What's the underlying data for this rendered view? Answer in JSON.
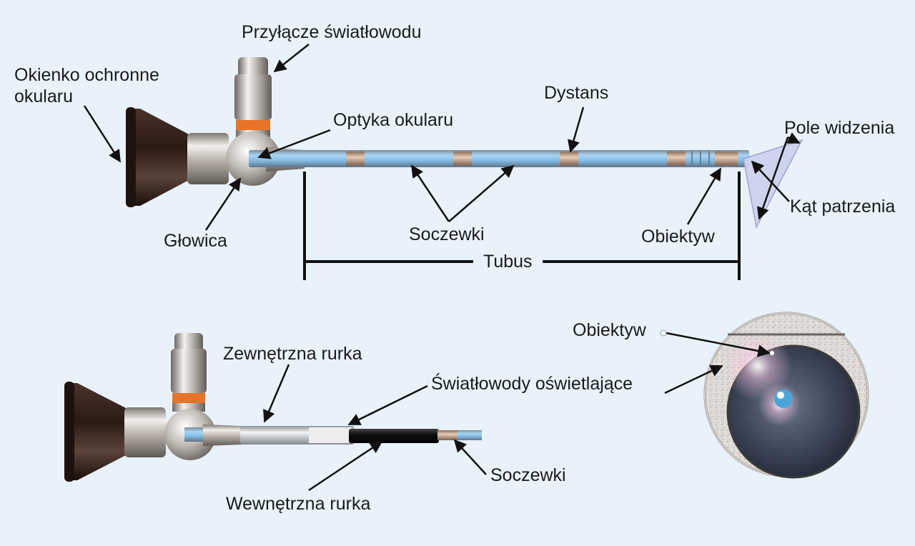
{
  "labels": {
    "okienko_line1": "Okienko ochronne",
    "okienko_line2": "okularu",
    "przylacze": "Przyłącze światłowodu",
    "optyka": "Optyka okularu",
    "dystans": "Dystans",
    "pole": "Pole widzenia",
    "kat": "Kąt patrzenia",
    "glowica": "Głowica",
    "soczewki_top": "Soczewki",
    "obiektyw_top": "Obiektyw",
    "tubus": "Tubus",
    "zewnetrzna": "Zewnętrzna rurka",
    "swiatlowody": "Światłowody oświetlające",
    "obiektyw_bottom": "Obiektyw",
    "soczewki_bottom": "Soczewki",
    "wewnetrzna": "Wewnętrzna rurka"
  },
  "colors": {
    "background": "#e9f2fb",
    "eyepiece": "#2a1a14",
    "metal": "#b9b3ad",
    "connector_ring": "#e8742a",
    "lens_blue": "#8fc3ea",
    "spacer": "#c9a892",
    "outer_tube": "#d8dcdf",
    "inner_tube": "#151515",
    "annotation": "#111111"
  },
  "icons": [
    "eyepiece-icon",
    "light-connector-icon",
    "endoscope-tube-icon",
    "field-of-view-cone-icon",
    "objective-cross-section-icon"
  ]
}
